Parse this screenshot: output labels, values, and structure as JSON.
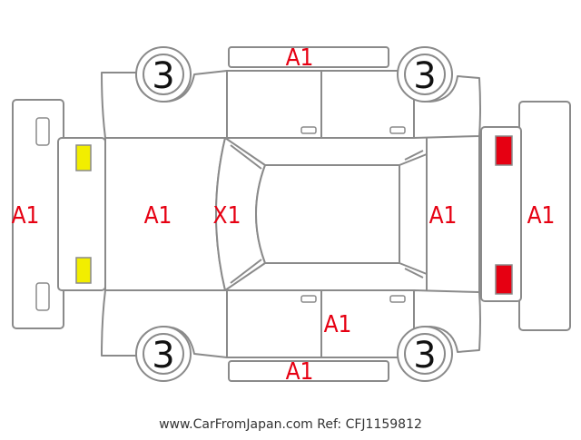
{
  "diagram": {
    "codes": {
      "roof_top": "A1",
      "rocker_bottom": "A1",
      "front_bumper": "A1",
      "hood": "A1",
      "windshield": "X1",
      "tailgate": "A1",
      "rear_bumper": "A1",
      "rear_door_left": "A1"
    },
    "tires": {
      "front_left": "3",
      "rear_left": "3",
      "front_right": "3",
      "rear_right": "3"
    },
    "colors": {
      "code_text": "#e60012",
      "front_lamp": "#f2ee00",
      "rear_lamp": "#e60012",
      "outline": "#8a8a8a"
    }
  },
  "watermark": "www.CarFromJapan.com Ref: CFJ1159812"
}
